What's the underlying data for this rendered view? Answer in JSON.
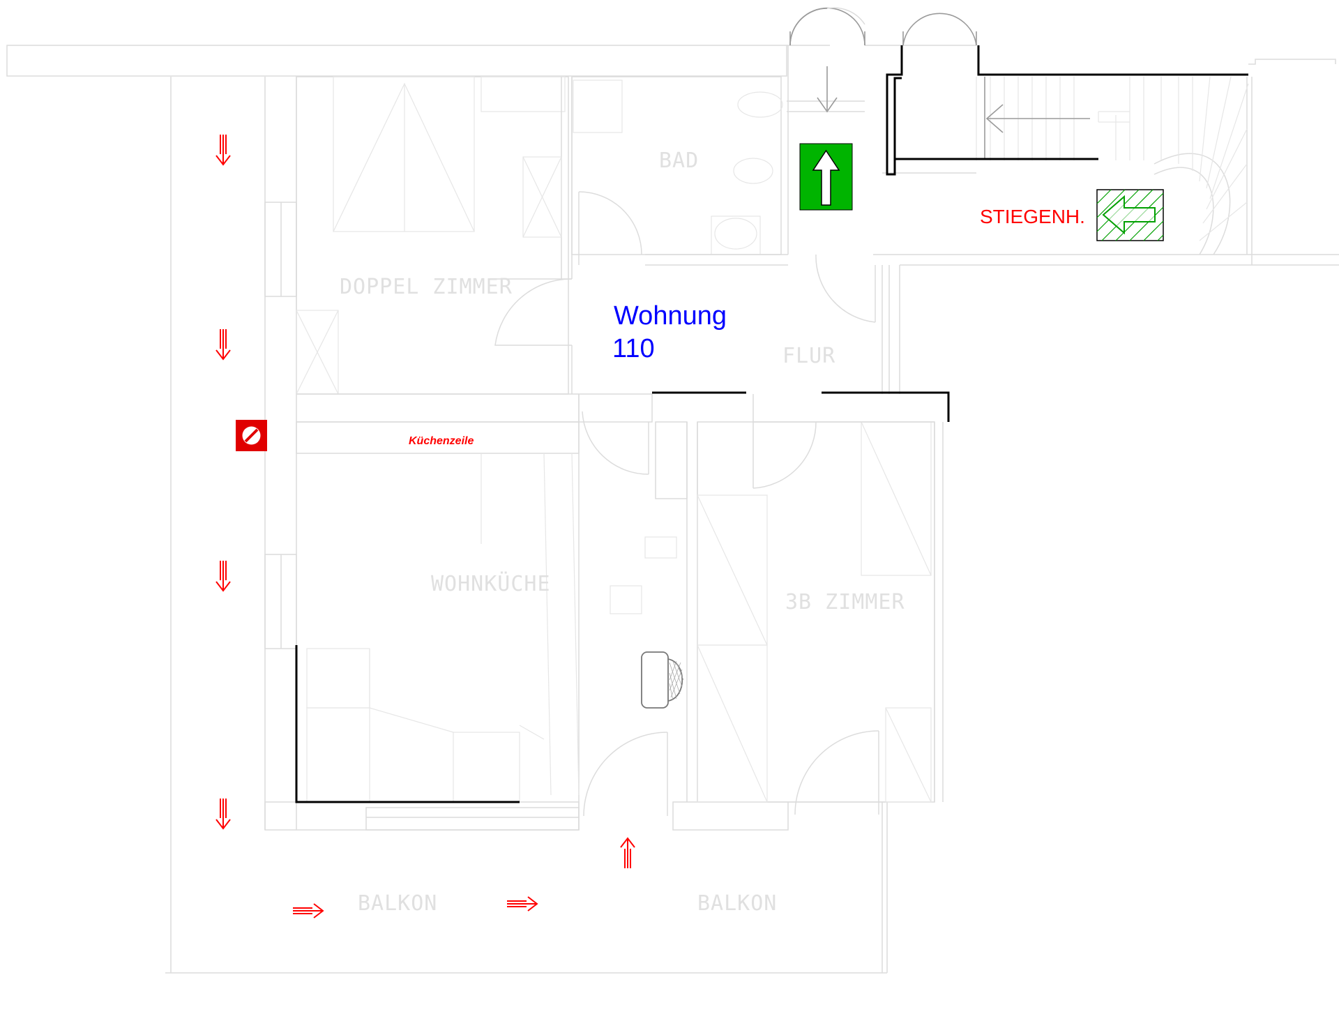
{
  "apartment": {
    "name": "Wohnung",
    "number": "110",
    "color": "#0000ff"
  },
  "rooms": {
    "bad": "BAD",
    "doppelzimmer": "DOPPEL ZIMMER",
    "flur": "FLUR",
    "wohnkueche": "WOHNKÜCHE",
    "zimmer3b": "3B ZIMMER",
    "balkon_left": "BALKON",
    "balkon_right": "BALKON"
  },
  "labels": {
    "stairwell": "STIEGENH.",
    "kitchenette": "Küchenzeile"
  },
  "symbols": {
    "exit_sign": {
      "icon": "emergency-exit-arrow-up-icon",
      "color": "#00b400"
    },
    "escape_direction_sign": {
      "icon": "hatched-arrow-left-icon",
      "color": "#00a000"
    },
    "fire_symbol": {
      "icon": "no-entry-circle-icon",
      "color": "#e00000"
    },
    "escape_arrows": {
      "icon": "escape-route-arrow-icon",
      "color": "#ff0000"
    }
  }
}
